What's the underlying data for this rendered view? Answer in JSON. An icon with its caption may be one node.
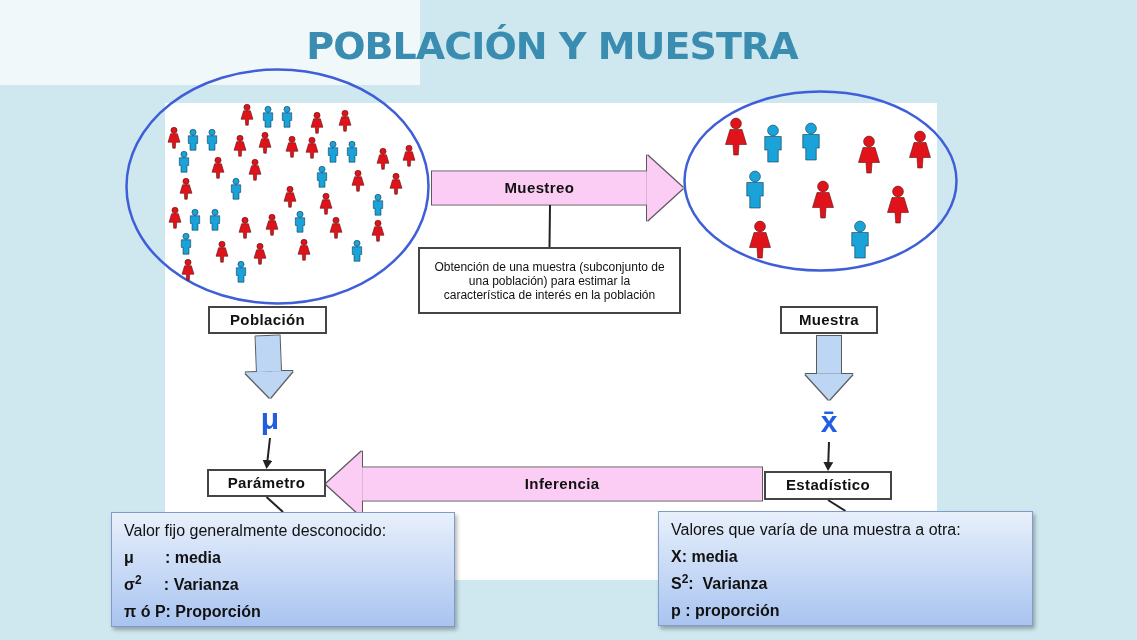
{
  "diagram": {
    "title": "POBLACIÓN Y MUESTRA",
    "nodes": [
      {
        "text": [],
        "shape": "circle"
      },
      {
        "text": [
          "Población"
        ]
      },
      {
        "text": [
          "Obtención de una muestra (subconjunto de una población) para estimar la característica de interés en la población"
        ]
      },
      {
        "text": [],
        "shape": "circle"
      },
      {
        "text": [
          "Muestra"
        ]
      },
      {
        "text": [
          "μ"
        ]
      },
      {
        "text": [
          "x̄"
        ]
      },
      {
        "text": [
          "Parámetro"
        ]
      },
      {
        "text": [
          "Estadístico"
        ]
      },
      {
        "text": [
          "Valor fijo generalmente desconocido:",
          "μ       : media",
          "σ$^{2}$     : Varianza",
          "π ó P: Proporción"
        ]
      },
      {
        "text": [
          "Valores que varía de una muestra a otra:",
          "X: media",
          "S$^{2}$:  Varianza",
          "p : proporción"
        ]
      }
    ],
    "edges": [
      {
        "from": 0,
        "to": 3,
        "label": "Muestreo",
        "arrow": "to",
        "style": "thick",
        "color": "#fbcdf5"
      },
      {
        "from": 8,
        "to": 7,
        "label": "Inferencia",
        "arrow": "to",
        "style": "thick",
        "color": "#fbcdf5"
      },
      {
        "from": 1,
        "to": 5,
        "arrow": "to",
        "style": "thick",
        "color": "#bcd6f3"
      },
      {
        "from": 4,
        "to": 6,
        "arrow": "to",
        "style": "thick",
        "color": "#bcd6f3"
      },
      {
        "from": 5,
        "to": 7,
        "arrow": "to"
      },
      {
        "from": 6,
        "to": 8,
        "arrow": "to"
      },
      {
        "from": 7,
        "to": 9,
        "arrow": "none"
      },
      {
        "from": 8,
        "to": 10,
        "arrow": "none"
      },
      {
        "from": 2,
        "to": null,
        "arrow": "none"
      }
    ]
  }
}
